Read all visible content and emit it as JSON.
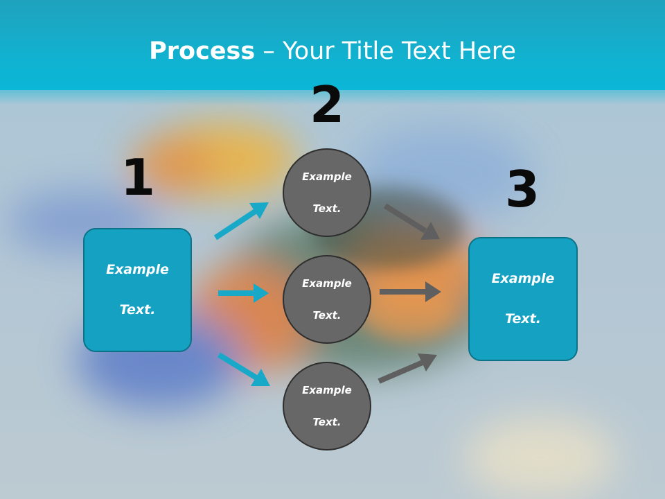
{
  "title": {
    "bold": "Process",
    "rest": " – Your Title Text Here"
  },
  "steps": {
    "one": "1",
    "two": "2",
    "three": "3"
  },
  "left_box": {
    "line1": "Example",
    "line2": "Text."
  },
  "right_box": {
    "line1": "Example",
    "line2": "Text."
  },
  "circles": [
    {
      "line1": "Example",
      "line2": "Text."
    },
    {
      "line1": "Example",
      "line2": "Text."
    },
    {
      "line1": "Example",
      "line2": "Text."
    }
  ],
  "colors": {
    "accent": "#15a2c2",
    "circle": "#676767",
    "arrow_blue": "#18a8c8",
    "arrow_gray": "#5f5f5f"
  }
}
